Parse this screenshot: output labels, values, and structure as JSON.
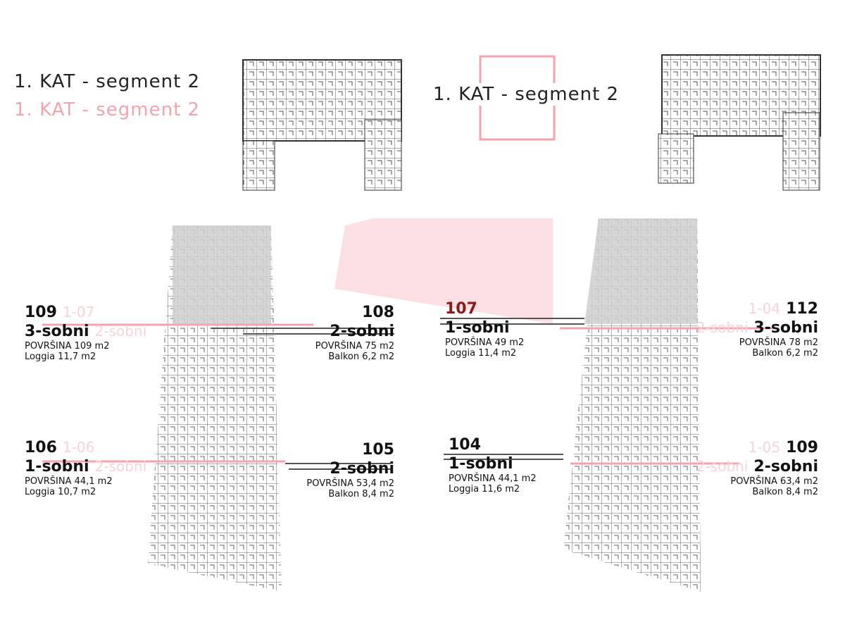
{
  "titles": {
    "left_black": "1. KAT - segment 2",
    "left_pink": "1. KAT - segment 2",
    "right_black": "1. KAT - segment 2"
  },
  "colors": {
    "accent": "#f5a3ad",
    "plan_fill": "#cfcfcf",
    "line": "#333333"
  },
  "units": [
    {
      "num": "109",
      "type": "3-sobni",
      "faint_id": "1-07",
      "faint_type": "2-sobni",
      "stats": [
        "POVRŠINA 109 m2",
        "Loggia 11,7 m2"
      ]
    },
    {
      "num": "108",
      "type": "2-sobni",
      "stats": [
        "POVRŠINA 75 m2",
        "Balkon 6,2 m2"
      ]
    },
    {
      "num": "107",
      "type": "1-sobni",
      "stats": [
        "POVRŠINA 49 m2",
        "Loggia 11,4 m2"
      ]
    },
    {
      "num": "112",
      "type": "3-sobni",
      "faint_id": "1-04",
      "faint_type": "2-sobni",
      "stats": [
        "POVRŠINA 78 m2",
        "Balkon 6,2 m2"
      ]
    },
    {
      "num": "106",
      "type": "1-sobni",
      "faint_id": "1-06",
      "faint_type": "2-sobni",
      "stats": [
        "POVRŠINA 44,1 m2",
        "Loggia 10,7 m2"
      ]
    },
    {
      "num": "105",
      "type": "2-sobni",
      "stats": [
        "POVRŠINA 53,4 m2",
        "Balkon 8,4 m2"
      ]
    },
    {
      "num": "104",
      "type": "1-sobni",
      "stats": [
        "POVRŠINA 44,1 m2",
        "Loggia 11,6 m2"
      ]
    },
    {
      "num": "109",
      "type": "2-sobni",
      "faint_id": "1-05",
      "faint_type": "2-sobni",
      "stats": [
        "POVRŠINA 63,4 m2",
        "Balkon 8,4 m2"
      ]
    }
  ]
}
